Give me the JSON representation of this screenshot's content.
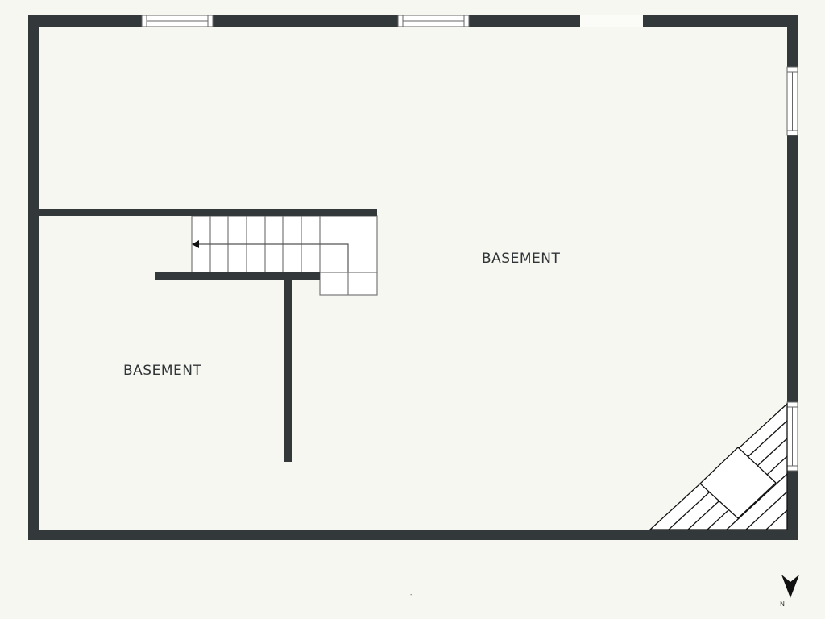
{
  "rooms": [
    {
      "label": "BASEMENT"
    },
    {
      "label": "BASEMENT"
    }
  ],
  "compass": {
    "label": "N",
    "icon": "north-arrow-icon"
  },
  "scale_text": "-",
  "colors": {
    "wall": "#33383b",
    "background": "#f7f7f2",
    "fixture": "#ffffff"
  }
}
